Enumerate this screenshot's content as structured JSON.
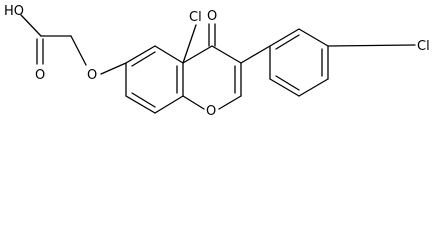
{
  "molecule": {
    "atoms": {
      "hydroxyl": "HO",
      "carbonyl_acid_oxygen": "O",
      "ether_oxygen": "O",
      "chloro_5": "Cl",
      "ketone_oxygen": "O",
      "ring_oxygen": "O",
      "chloro_phenyl": "Cl"
    },
    "colors": {
      "bond": "#000000",
      "label": "#000000",
      "background": "#ffffff"
    }
  }
}
